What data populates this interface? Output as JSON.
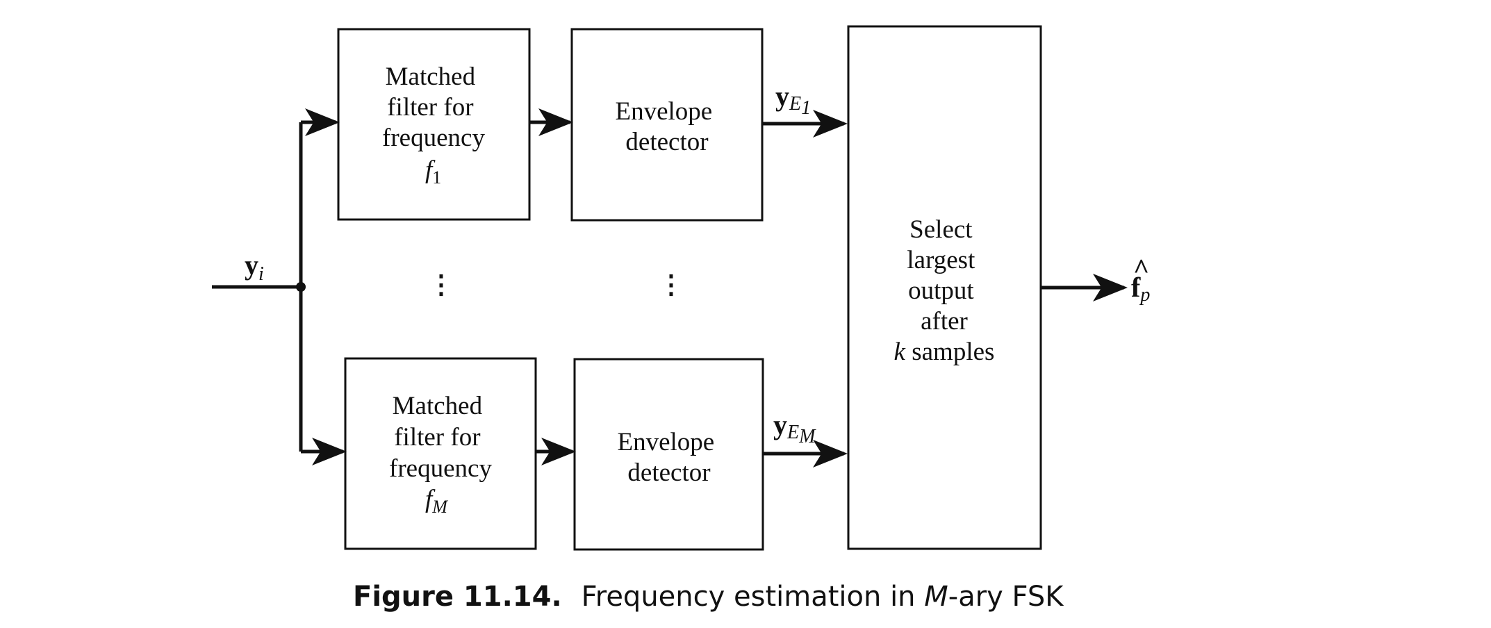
{
  "blocks": {
    "matched_filter_top": {
      "lines": [
        "Matched",
        "filter for",
        "frequency"
      ],
      "freq_symbol": "f",
      "freq_sub": "1"
    },
    "envelope_top": {
      "lines": [
        "Envelope",
        "detector"
      ]
    },
    "matched_filter_bottom": {
      "lines": [
        "Matched",
        "filter for",
        "frequency"
      ],
      "freq_symbol": "f",
      "freq_sub": "M"
    },
    "envelope_bottom": {
      "lines": [
        "Envelope",
        "detector"
      ]
    },
    "selector": {
      "lines": [
        "Select",
        "largest",
        "output",
        "after"
      ],
      "last_line_italic": "k",
      "last_line_rest": " samples"
    }
  },
  "signals": {
    "input": {
      "symbol": "y",
      "sub": "i"
    },
    "top_out": {
      "symbol": "y",
      "sub": "E",
      "subsub": "1"
    },
    "bottom_out": {
      "symbol": "y",
      "sub": "E",
      "subsub": "M"
    },
    "output": {
      "symbol": "f",
      "hat": "^",
      "sub": "p"
    }
  },
  "ellipsis": "⋮",
  "caption": {
    "number": "Figure 11.14.",
    "text_pre": "Frequency estimation in ",
    "text_italic": "M",
    "text_post": "-ary FSK"
  }
}
